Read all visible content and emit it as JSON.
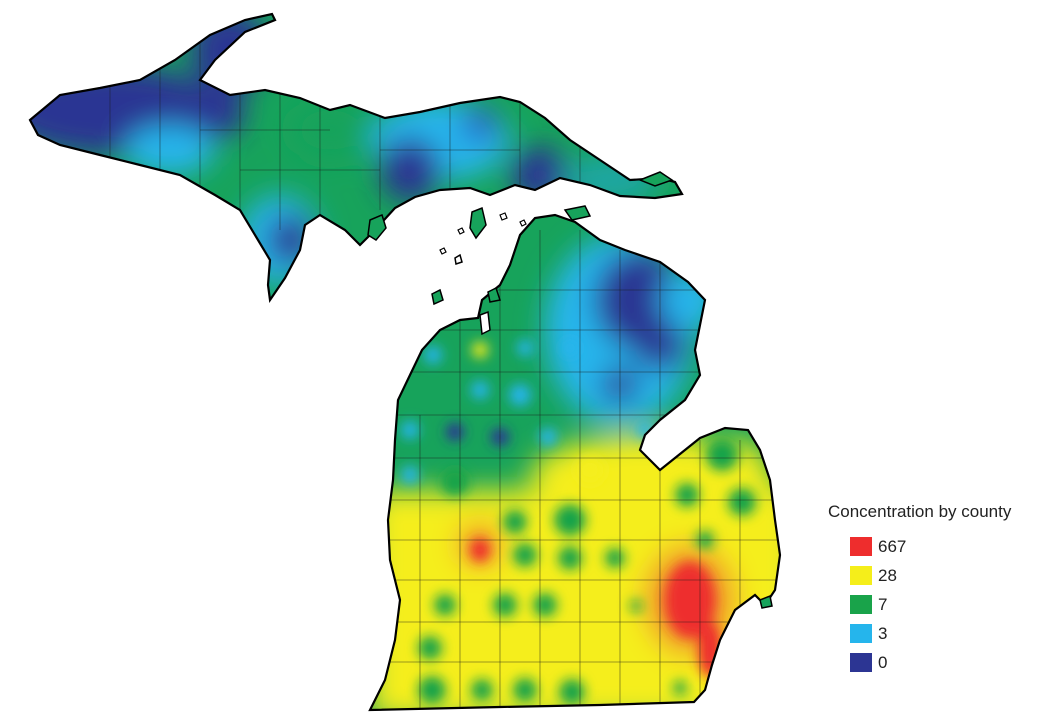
{
  "legend": {
    "title": "Concentration by county",
    "items": [
      {
        "label": "667",
        "color": "#ee2d2d"
      },
      {
        "label": "28",
        "color": "#f5ee1a"
      },
      {
        "label": "7",
        "color": "#19a34a"
      },
      {
        "label": "3",
        "color": "#25b5ec"
      },
      {
        "label": "0",
        "color": "#2c3593"
      }
    ]
  },
  "colors": {
    "outline": "#000000",
    "county_lines": "#1a1a1a",
    "background": "#ffffff"
  }
}
